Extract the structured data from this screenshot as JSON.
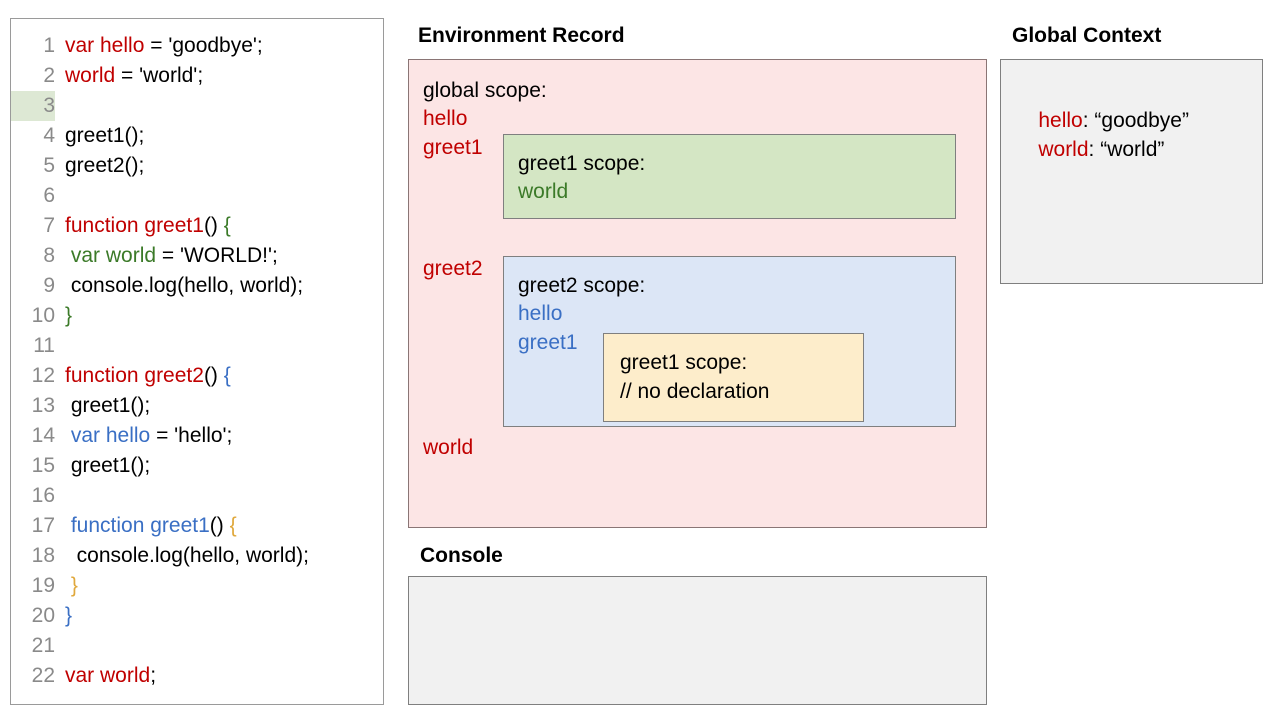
{
  "code_panel": {
    "lines": [
      {
        "num": "1",
        "highlight": false,
        "tokens": [
          {
            "t": "var hello",
            "c": "red"
          },
          {
            "t": " = 'goodbye';",
            "c": "black"
          }
        ]
      },
      {
        "num": "2",
        "highlight": false,
        "tokens": [
          {
            "t": "world",
            "c": "red"
          },
          {
            "t": " = 'world';",
            "c": "black"
          }
        ]
      },
      {
        "num": "3",
        "highlight": true,
        "tokens": [
          {
            "t": "",
            "c": "black"
          }
        ]
      },
      {
        "num": "4",
        "highlight": false,
        "tokens": [
          {
            "t": "greet1();",
            "c": "black"
          }
        ]
      },
      {
        "num": "5",
        "highlight": false,
        "tokens": [
          {
            "t": "greet2();",
            "c": "black"
          }
        ]
      },
      {
        "num": "6",
        "highlight": false,
        "tokens": [
          {
            "t": "",
            "c": "black"
          }
        ]
      },
      {
        "num": "7",
        "highlight": false,
        "tokens": [
          {
            "t": "function greet1",
            "c": "red"
          },
          {
            "t": "() ",
            "c": "black"
          },
          {
            "t": "{",
            "c": "green"
          }
        ]
      },
      {
        "num": "8",
        "highlight": false,
        "tokens": [
          {
            "t": " ",
            "c": "black"
          },
          {
            "t": "var world",
            "c": "green"
          },
          {
            "t": " = 'WORLD!';",
            "c": "black"
          }
        ]
      },
      {
        "num": "9",
        "highlight": false,
        "tokens": [
          {
            "t": " console.log(hello, world);",
            "c": "black"
          }
        ]
      },
      {
        "num": "10",
        "highlight": false,
        "tokens": [
          {
            "t": "}",
            "c": "green"
          }
        ]
      },
      {
        "num": "11",
        "highlight": false,
        "tokens": [
          {
            "t": "",
            "c": "black"
          }
        ]
      },
      {
        "num": "12",
        "highlight": false,
        "tokens": [
          {
            "t": "function greet2",
            "c": "red"
          },
          {
            "t": "() ",
            "c": "black"
          },
          {
            "t": "{",
            "c": "blue"
          }
        ]
      },
      {
        "num": "13",
        "highlight": false,
        "tokens": [
          {
            "t": " greet1();",
            "c": "black"
          }
        ]
      },
      {
        "num": "14",
        "highlight": false,
        "tokens": [
          {
            "t": " ",
            "c": "black"
          },
          {
            "t": "var hello",
            "c": "blue"
          },
          {
            "t": " = 'hello';",
            "c": "black"
          }
        ]
      },
      {
        "num": "15",
        "highlight": false,
        "tokens": [
          {
            "t": " greet1();",
            "c": "black"
          }
        ]
      },
      {
        "num": "16",
        "highlight": false,
        "tokens": [
          {
            "t": "",
            "c": "black"
          }
        ]
      },
      {
        "num": "17",
        "highlight": false,
        "tokens": [
          {
            "t": " ",
            "c": "black"
          },
          {
            "t": "function greet1",
            "c": "blue"
          },
          {
            "t": "() ",
            "c": "black"
          },
          {
            "t": "{",
            "c": "orange"
          }
        ]
      },
      {
        "num": "18",
        "highlight": false,
        "tokens": [
          {
            "t": "  console.log(hello, world);",
            "c": "black"
          }
        ]
      },
      {
        "num": "19",
        "highlight": false,
        "tokens": [
          {
            "t": " ",
            "c": "black"
          },
          {
            "t": "}",
            "c": "orange"
          }
        ]
      },
      {
        "num": "20",
        "highlight": false,
        "tokens": [
          {
            "t": "}",
            "c": "blue"
          }
        ]
      },
      {
        "num": "21",
        "highlight": false,
        "tokens": [
          {
            "t": "",
            "c": "black"
          }
        ]
      },
      {
        "num": "22",
        "highlight": false,
        "tokens": [
          {
            "t": "var world",
            "c": "red"
          },
          {
            "t": ";",
            "c": "black"
          }
        ]
      }
    ]
  },
  "environment_record": {
    "title": "Environment Record",
    "background_color": "#fce5e5",
    "global_scope": {
      "heading": "global scope:",
      "bindings": [
        "hello",
        "greet1",
        "greet2",
        "world"
      ],
      "binding_color": "#c00000"
    },
    "greet1_scope": {
      "heading": "greet1 scope:",
      "bindings": [
        "world"
      ],
      "background_color": "#d4e6c4",
      "binding_color": "#3b7a28"
    },
    "greet2_scope": {
      "heading": "greet2 scope:",
      "bindings": [
        "hello",
        "greet1"
      ],
      "background_color": "#dce6f6",
      "binding_color": "#3a6fc4"
    },
    "greet1_nested_scope": {
      "heading": "greet1 scope:",
      "bindings": [
        "// no declaration"
      ],
      "background_color": "#fdedcb",
      "binding_color": "#000000"
    }
  },
  "console": {
    "title": "Console",
    "lines": [],
    "background_color": "#f1f1f1"
  },
  "global_context": {
    "title": "Global Context",
    "background_color": "#f1f1f1",
    "rows": [
      {
        "key": "hello",
        "sep": ": ",
        "value": "“goodbye”"
      },
      {
        "key": "world",
        "sep": ": ",
        "value": "“world”"
      }
    ]
  }
}
